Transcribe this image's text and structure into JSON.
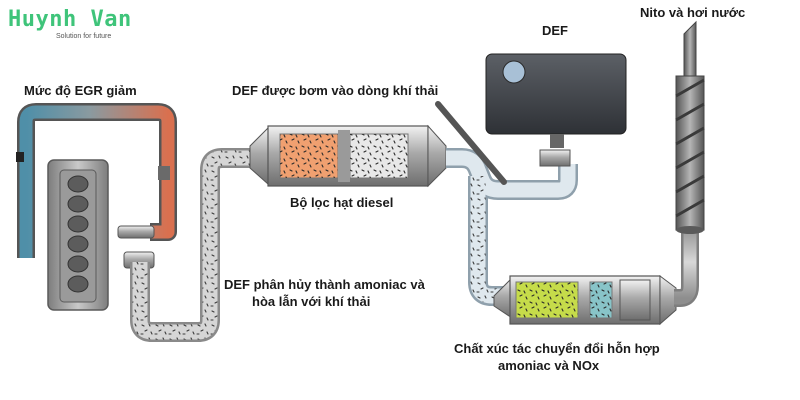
{
  "logo": {
    "name": "Huynh Van",
    "tagline": "Solution for future"
  },
  "labels": {
    "egr": "Mức độ EGR giảm",
    "def_injected": "DEF được bơm vào dòng khí thải",
    "def_tank": "DEF",
    "dpf": "Bộ lọc hạt diesel",
    "def_decompose_1": "DEF phân hủy thành amoniac và",
    "def_decompose_2": "hòa lẫn với khí thải",
    "scr_1": "Chất xúc tác chuyển đổi hỗn hợp",
    "scr_2": "amoniac và NOx",
    "outlet": "Nito và hơi nước"
  },
  "colors": {
    "egr_blue": "#4f8fa8",
    "egr_orange": "#d9704f",
    "dpf_hot": "#f0a070",
    "scr_catalyst": "#c6dc4a",
    "teal_catalyst": "#88c4c8",
    "logo_green": "#3fc47a"
  }
}
